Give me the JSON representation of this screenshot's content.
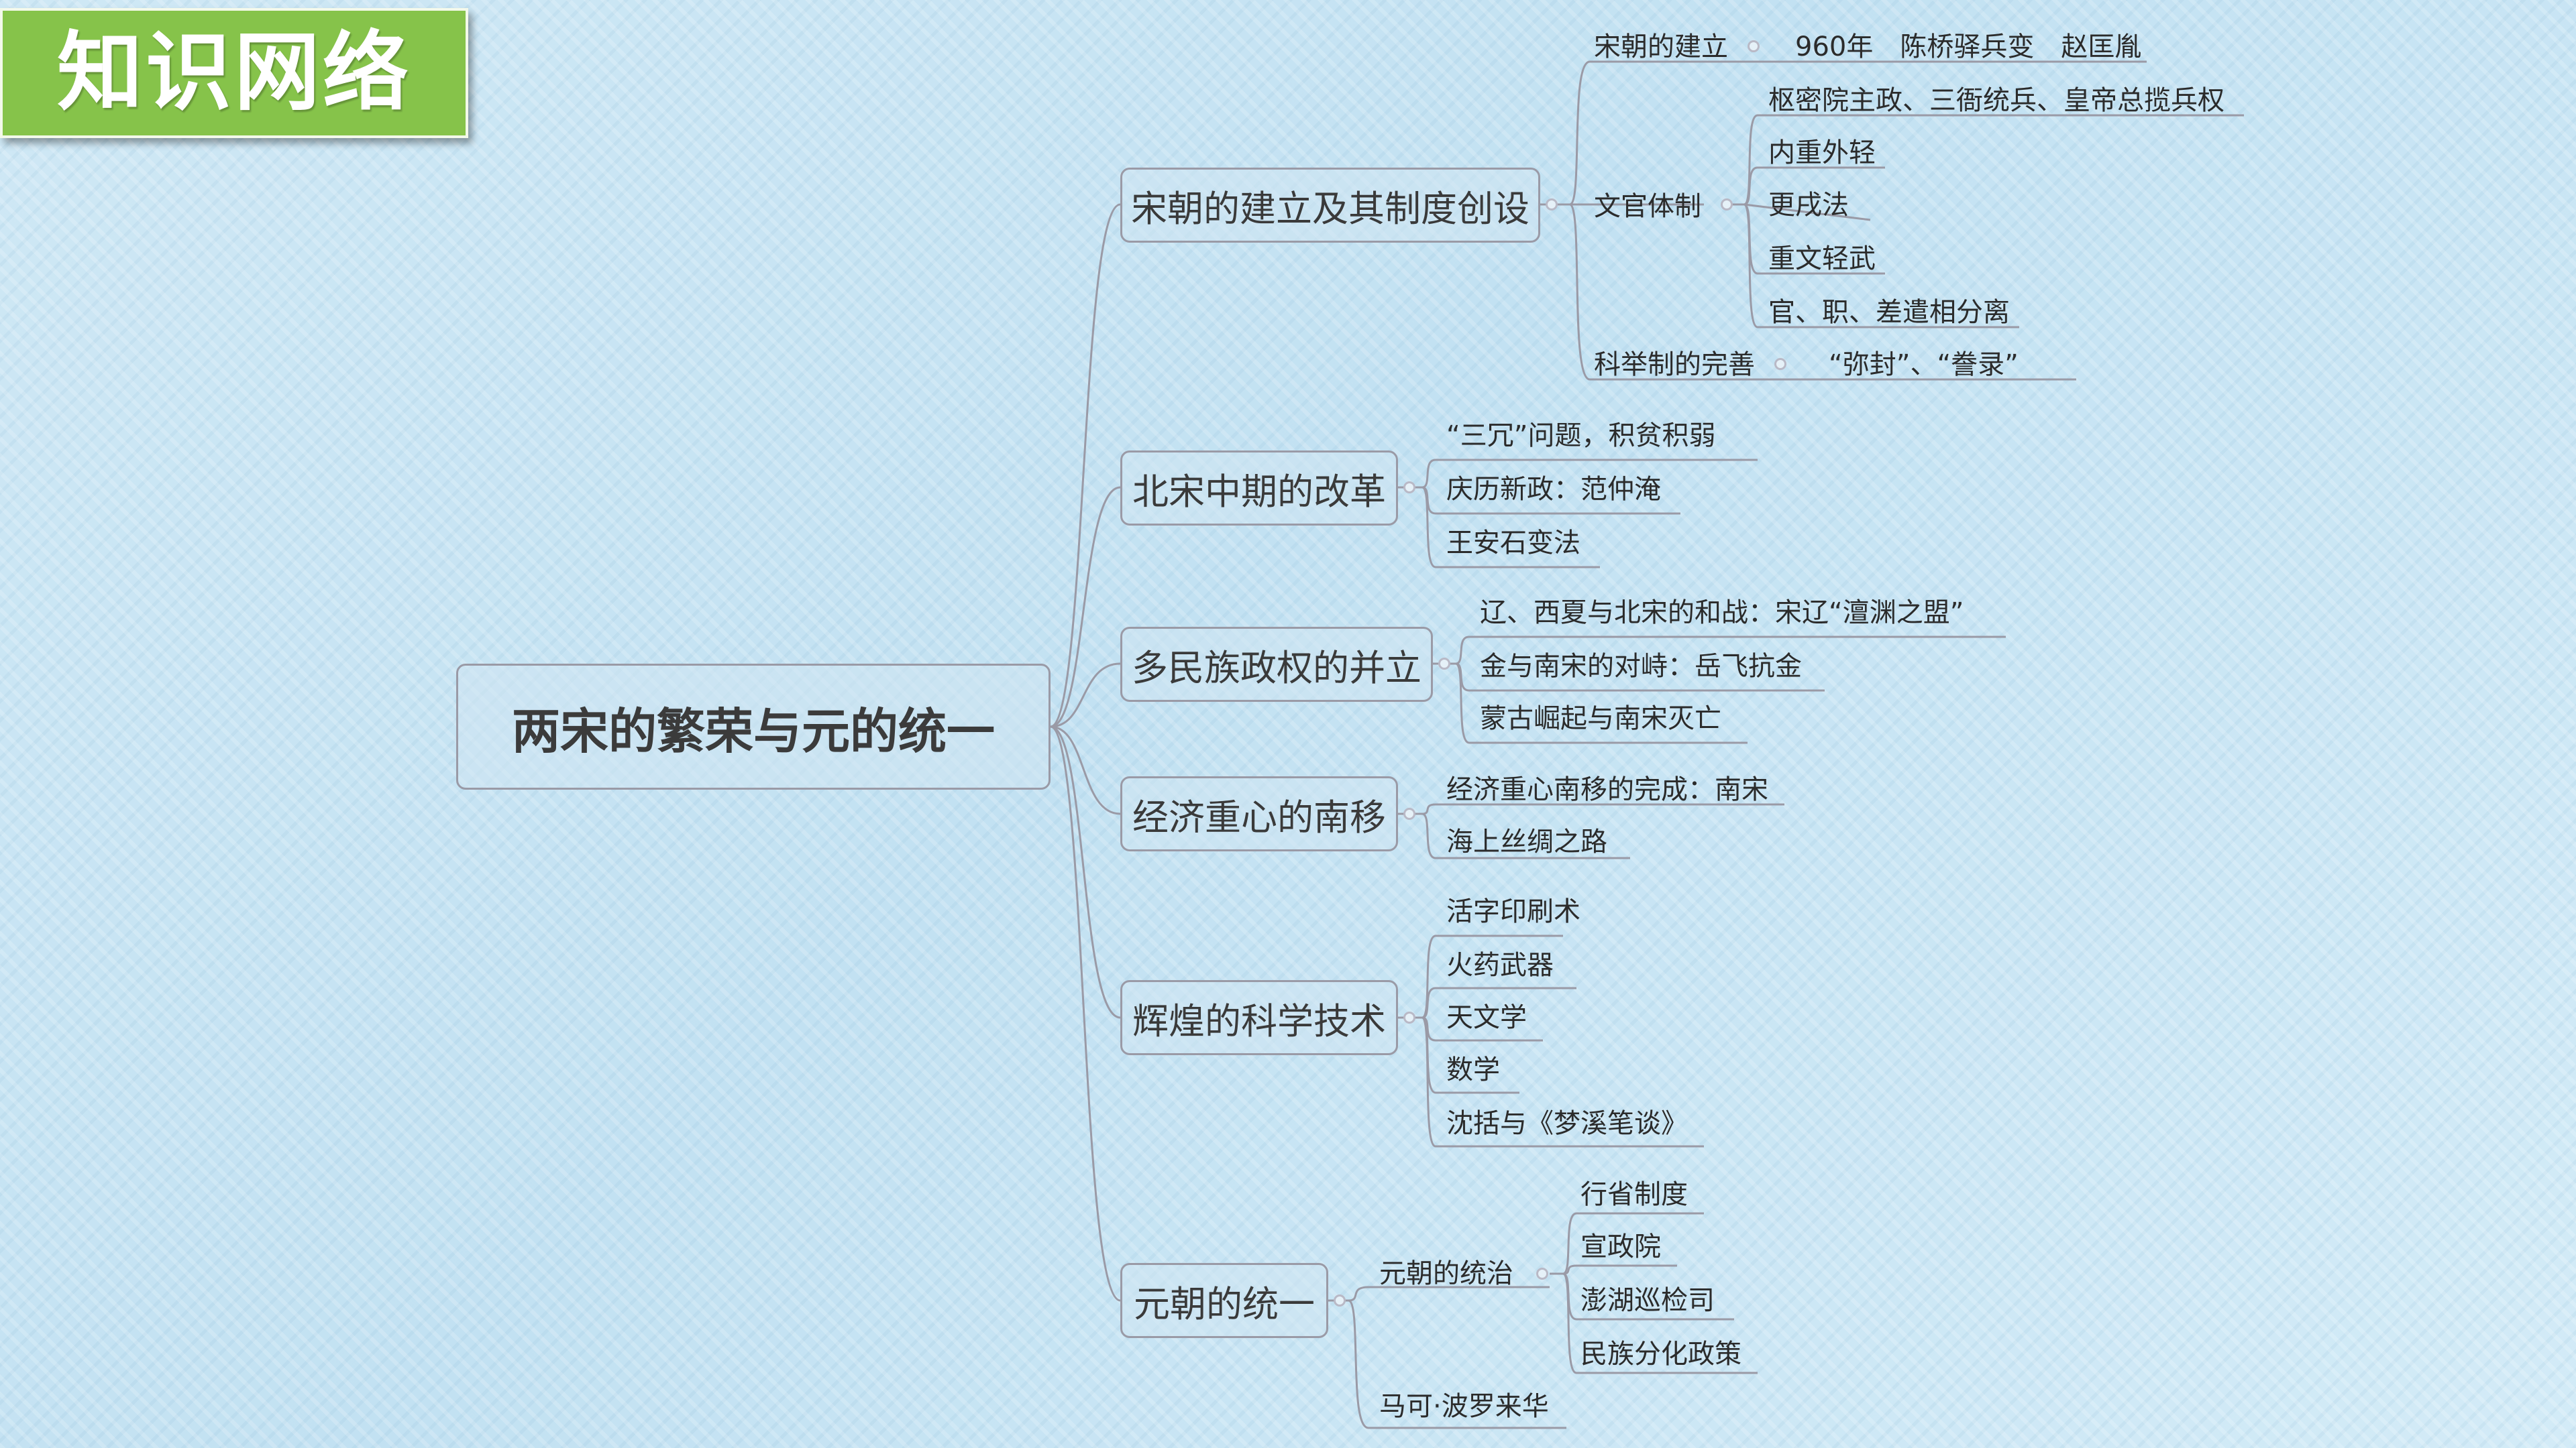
{
  "header": {
    "title": "知识网络"
  },
  "colors": {
    "banner": "#86c34a",
    "line": "#9a9aa6",
    "background": "#c7e4f3"
  },
  "mindmap": {
    "root": "两宋的繁荣与元的统一",
    "song_founding": {
      "label": "宋朝的建立及其制度创设",
      "founding": {
        "label": "宋朝的建立",
        "detail": "960年　陈桥驿兵变　赵匡胤"
      },
      "civil": {
        "label": "文官体制",
        "items": [
          "枢密院主政、三衙统兵、皇帝总揽兵权",
          "内重外轻",
          "更戌法",
          "重文轻武",
          "官、职、差遣相分离"
        ]
      },
      "exam": {
        "label": "科举制的完善",
        "detail": "“弥封”、“誊录”"
      }
    },
    "northern_reform": {
      "label": "北宋中期的改革",
      "items": [
        "“三冗”问题，积贫积弱",
        "庆历新政：范仲淹",
        "王安石变法"
      ]
    },
    "multi_ethnic": {
      "label": "多民族政权的并立",
      "items": [
        "辽、西夏与北宋的和战：宋辽“澶渊之盟”",
        "金与南宋的对峙：岳飞抗金",
        "蒙古崛起与南宋灭亡"
      ]
    },
    "economy": {
      "label": "经济重心的南移",
      "items": [
        "经济重心南移的完成：南宋",
        "海上丝绸之路"
      ]
    },
    "science": {
      "label": "辉煌的科学技术",
      "items": [
        "活字印刷术",
        "火药武器",
        "天文学",
        "数学",
        "沈括与《梦溪笔谈》"
      ]
    },
    "yuan": {
      "label": "元朝的统一",
      "rule": {
        "label": "元朝的统治",
        "items": [
          "行省制度",
          "宣政院",
          "澎湖巡检司",
          "民族分化政策"
        ]
      },
      "polo": "马可·波罗来华"
    }
  }
}
